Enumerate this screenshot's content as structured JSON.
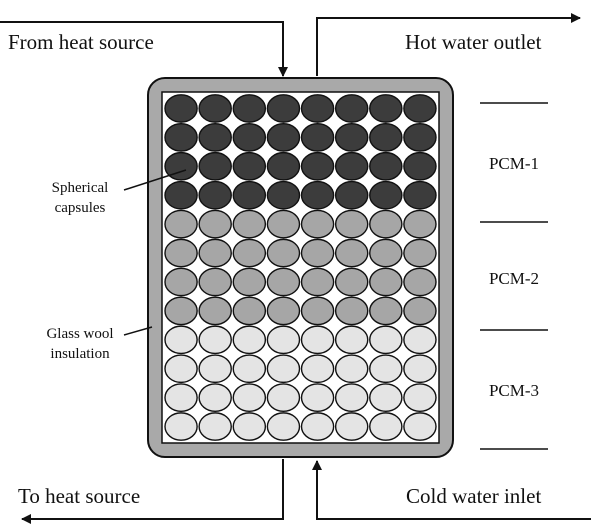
{
  "labels": {
    "from_heat_source": "From heat source",
    "hot_water_outlet": "Hot water outlet",
    "to_heat_source": "To heat source",
    "cold_water_inlet": "Cold water inlet",
    "spherical_capsules_line1": "Spherical",
    "spherical_capsules_line2": "capsules",
    "glass_wool_line1": "Glass wool",
    "glass_wool_line2": "insulation"
  },
  "layers": [
    {
      "name": "PCM-1",
      "color": "#3c3c3c",
      "rows": 4
    },
    {
      "name": "PCM-2",
      "color": "#a6a6a6",
      "rows": 4
    },
    {
      "name": "PCM-3",
      "color": "#e4e4e4",
      "rows": 4
    }
  ],
  "capsules_per_row": 8,
  "colors": {
    "insulation": "#a9a9a9",
    "tank_interior": "#ffffff",
    "capsule_outline": "#111111",
    "line": "#111111"
  }
}
